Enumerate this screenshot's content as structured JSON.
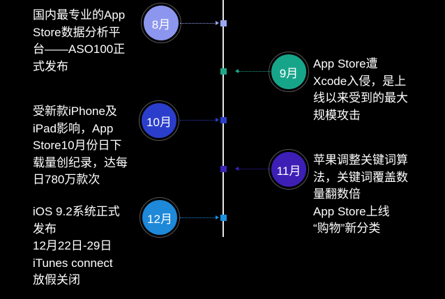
{
  "timeline": {
    "events": [
      {
        "month": "8月",
        "text": "国内最专业的App\nStore数据分析平\n台——ASO100正\n式发布",
        "color": "#9aa7f5",
        "badge_color": "#8d96ee"
      },
      {
        "month": "9月",
        "text": "App Store遭\nXcode入侵，是上\n线以来受到的最大\n规模攻击",
        "color": "#1ea889",
        "badge_color": "#17a58a"
      },
      {
        "month": "10月",
        "text": "受新款iPhone及\niPad影响，App\nStore10月份日下\n载量创纪录，达每\n日780万款次",
        "color": "#2a3fc7",
        "badge_color": "#2b3ecb"
      },
      {
        "month": "11月",
        "text": "苹果调整关键词算\n法，关键词覆盖数\n量翻数倍\nApp Store上线\n“购物”新分类",
        "color": "#3a21b8",
        "badge_color": "#3d1fb6"
      },
      {
        "month": "12月",
        "text": "iOS 9.2系统正式\n发布\n12月22日-29日\niTunes connect\n放假关闭",
        "color": "#1a8fe0",
        "badge_color": "#1e88d9"
      }
    ]
  }
}
